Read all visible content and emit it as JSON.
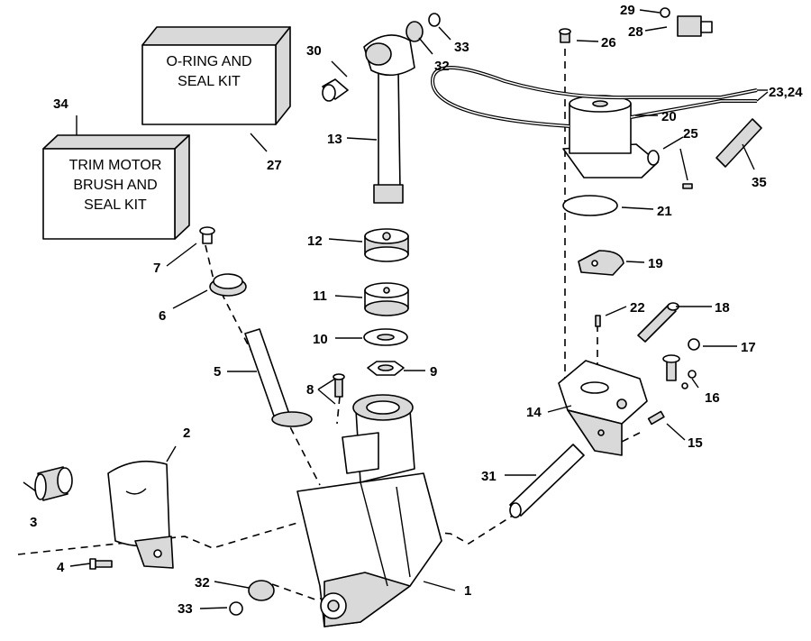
{
  "kits": {
    "oring": {
      "line1": "O-RING AND",
      "line2": "SEAL KIT"
    },
    "trim": {
      "line1": "TRIM MOTOR",
      "line2": "BRUSH AND",
      "line3": "SEAL KIT"
    }
  },
  "callouts": {
    "c1": "1",
    "c2": "2",
    "c3": "3",
    "c4": "4",
    "c5": "5",
    "c6": "6",
    "c7": "7",
    "c8": "8",
    "c9": "9",
    "c10": "10",
    "c11": "11",
    "c12": "12",
    "c13": "13",
    "c14": "14",
    "c15": "15",
    "c16": "16",
    "c17": "17",
    "c18": "18",
    "c19": "19",
    "c20": "20",
    "c21": "21",
    "c22": "22",
    "c23": "23,24",
    "c25": "25",
    "c26": "26",
    "c27": "27",
    "c28": "28",
    "c29": "29",
    "c30": "30",
    "c31": "31",
    "c32a": "32",
    "c32b": "32",
    "c33a": "33",
    "c33b": "33",
    "c34": "34",
    "c35": "35"
  }
}
